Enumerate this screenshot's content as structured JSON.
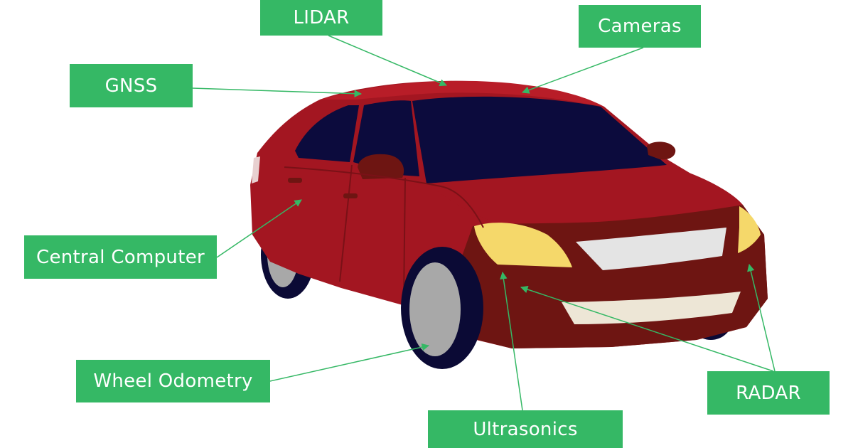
{
  "colors": {
    "label_bg": "#35b865",
    "label_text": "#ffffff",
    "leader_line": "#35b865",
    "car_body": "#a31621",
    "car_body_dark": "#7a1117",
    "car_lower": "#6e1512",
    "window": "#0c0b3d",
    "headlight": "#f5d86a",
    "grille": "#e4e4e4",
    "fog_strip": "#ede6d6",
    "tire": "#0b0a35",
    "rim": "#a8a8a8"
  },
  "sensors": [
    {
      "id": "lidar",
      "label": "LIDAR"
    },
    {
      "id": "cameras",
      "label": "Cameras"
    },
    {
      "id": "gnss",
      "label": "GNSS"
    },
    {
      "id": "central",
      "label": "Central Computer"
    },
    {
      "id": "wheel",
      "label": "Wheel Odometry"
    },
    {
      "id": "radar",
      "label": "RADAR"
    },
    {
      "id": "ultra",
      "label": "Ultrasonics"
    }
  ]
}
